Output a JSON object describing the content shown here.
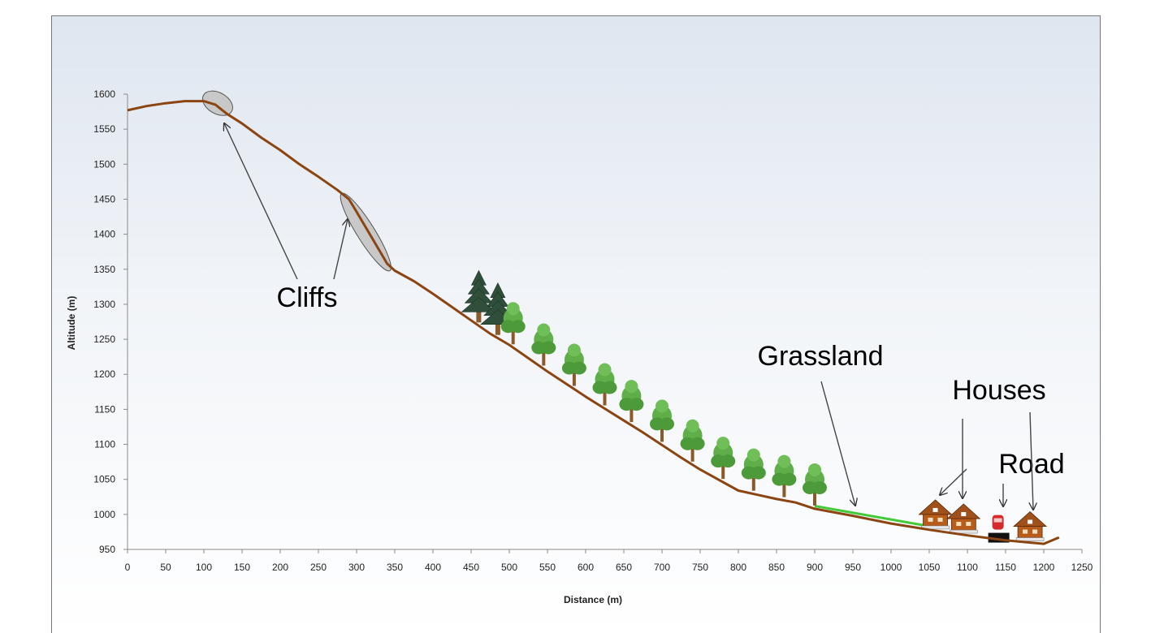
{
  "chart_data": {
    "type": "line",
    "xlabel": "Distance (m)",
    "ylabel": "Altitude (m)",
    "xlim": [
      0,
      1250
    ],
    "ylim": [
      950,
      1600
    ],
    "x_ticks": [
      "0",
      "50",
      "100",
      "150",
      "200",
      "250",
      "300",
      "350",
      "400",
      "450",
      "500",
      "550",
      "600",
      "650",
      "700",
      "750",
      "800",
      "850",
      "900",
      "950",
      "1000",
      "1050",
      "1100",
      "1150",
      "1200",
      "1250"
    ],
    "y_ticks": [
      "950",
      "1000",
      "1050",
      "1100",
      "1150",
      "1200",
      "1250",
      "1300",
      "1350",
      "1400",
      "1450",
      "1500",
      "1550",
      "1600"
    ],
    "grid": false,
    "series": [
      {
        "x": [
          0,
          25,
          50,
          75,
          100,
          115,
          130,
          150,
          175,
          200,
          225,
          250,
          275,
          290,
          300,
          320,
          340,
          350,
          375,
          400,
          425,
          450,
          475,
          500,
          525,
          550,
          575,
          600,
          625,
          650,
          675,
          700,
          725,
          750,
          775,
          800,
          825,
          850,
          875,
          900,
          950,
          1000,
          1050,
          1100,
          1150,
          1200,
          1220
        ],
        "y": [
          1577,
          1583,
          1587,
          1590,
          1590,
          1585,
          1572,
          1558,
          1538,
          1520,
          1500,
          1482,
          1463,
          1450,
          1432,
          1395,
          1358,
          1348,
          1333,
          1315,
          1296,
          1277,
          1258,
          1242,
          1223,
          1204,
          1186,
          1168,
          1151,
          1134,
          1117,
          1099,
          1081,
          1064,
          1049,
          1034,
          1028,
          1022,
          1017,
          1008,
          998,
          987,
          978,
          970,
          963,
          958,
          967
        ]
      }
    ],
    "features": {
      "grassland": {
        "x": [
          900,
          1045
        ],
        "y": [
          1012,
          984
        ]
      },
      "cliff_ellipses": [
        {
          "cx": 118,
          "cy": 1587
        },
        {
          "cx": 312,
          "cy": 1403
        }
      ],
      "conifer_trees_x": [
        460,
        485
      ],
      "broadleaf_trees_x": [
        505,
        545,
        585,
        625,
        660,
        700,
        740,
        780,
        820,
        860,
        900
      ],
      "houses_x": [
        1058,
        1095,
        1182
      ],
      "road_x": 1140
    },
    "annotations": [
      {
        "text": "Cliffs"
      },
      {
        "text": "Grassland"
      },
      {
        "text": "Houses"
      },
      {
        "text": "Road"
      }
    ]
  }
}
